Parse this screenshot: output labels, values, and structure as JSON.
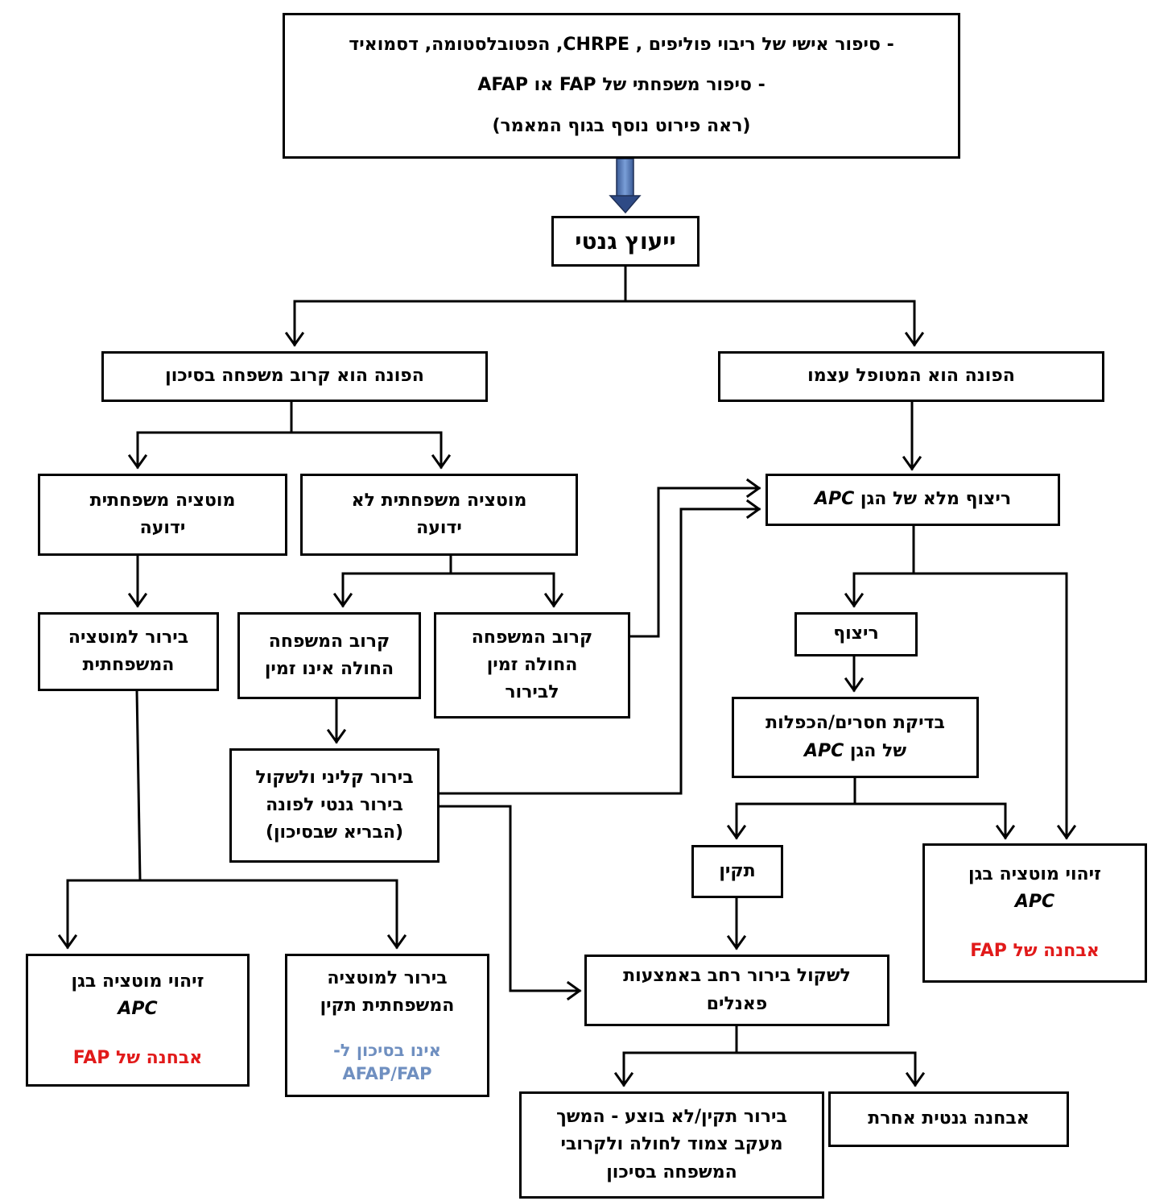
{
  "top": {
    "line1": "- סיפור אישי של ריבוי פוליפים , CHRPE, הפטובלסטומה, דסמואיד",
    "line2": "- סיפור משפחתי של FAP או AFAP",
    "line3": "(ראה פירוט נוסף בגוף המאמר)"
  },
  "counseling": "ייעוץ גנטי",
  "patient_self": "הפונה הוא המטופל עצמו",
  "relative_at_risk": "הפונה הוא קרוב משפחה בסיכון",
  "full_seq": {
    "line1": "ריצוף מלא של הגן",
    "gene": "APC"
  },
  "known_mut": {
    "line1": "מוטציה משפחתית",
    "line2": "ידועה"
  },
  "unknown_mut": {
    "line1": "מוטציה משפחתית לא",
    "line2": "ידועה"
  },
  "seq": "ריצוף",
  "dup_del": {
    "line1": "בדיקת חסרים/הכפלות",
    "line2": "של הגן",
    "gene": "APC"
  },
  "mut_found_right": {
    "line1": "זיהוי מוטציה בגן",
    "gene": "APC",
    "diagnosis": "אבחנה של FAP"
  },
  "normal": "תקין",
  "test_family_mut": {
    "line1": "בירור למוטציה",
    "line2": "המשפחתית"
  },
  "affected_unavailable": {
    "line1": "קרוב המשפחה",
    "line2": "החולה אינו זמין"
  },
  "affected_available": {
    "line1": "קרוב המשפחה",
    "line2": "החולה זמין",
    "line3": "לבירור"
  },
  "clinical_eval": {
    "line1": "בירור קליני ולשקול",
    "line2": "בירור גנטי לפונה",
    "line3": "(הבריא שבסיכון)"
  },
  "mut_found_left": {
    "line1": "זיהוי מוטציה בגן",
    "gene": "APC",
    "diagnosis": "אבחנה של FAP"
  },
  "family_mut_normal": {
    "line1": "בירור למוטציה",
    "line2": "המשפחתית תקין",
    "note1": "אינו בסיכון ל-",
    "note2": "AFAP/FAP"
  },
  "panel": {
    "line1": "לשקול בירור רחב באמצעות",
    "line2": "פאנלים"
  },
  "other_dx": "אבחנה גנטית אחרת",
  "followup": {
    "line1": "בירור תקין/לא בוצע - המשך",
    "line2": "מעקב צמוד לחולה ולקרובי",
    "line3": "המשפחה בסיכון"
  },
  "colors": {
    "diagnosis": "#e11a1a",
    "not_at_risk": "#6f8fc0",
    "big_arrow": "#5b7fbd"
  }
}
